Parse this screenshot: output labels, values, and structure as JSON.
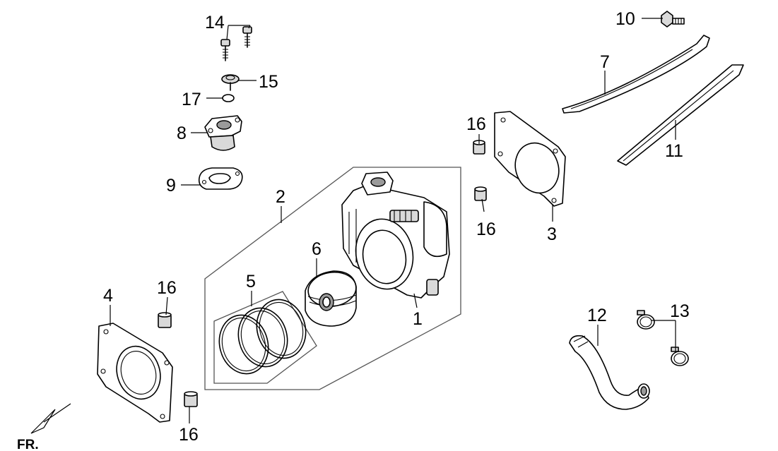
{
  "callouts": {
    "c1": "1",
    "c2": "2",
    "c3": "3",
    "c4": "4",
    "c5": "5",
    "c6": "6",
    "c7": "7",
    "c8": "8",
    "c9": "9",
    "c10": "10",
    "c11": "11",
    "c12": "12",
    "c13": "13",
    "c14": "14",
    "c15": "15",
    "c16": "16",
    "c17": "17"
  },
  "orientation": {
    "label": "FR."
  }
}
